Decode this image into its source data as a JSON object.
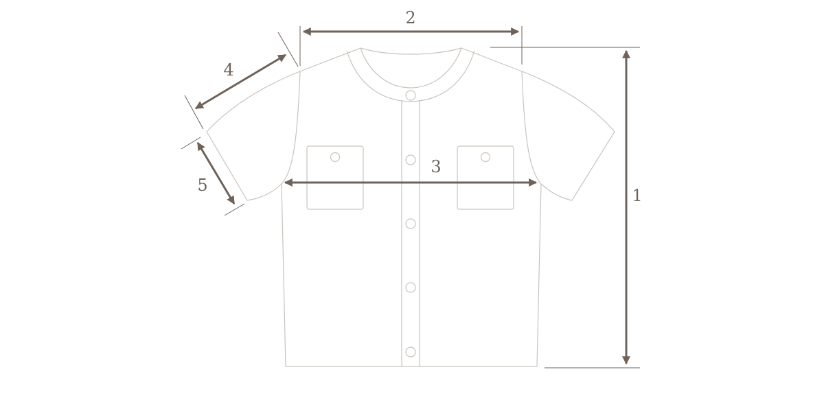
{
  "colors": {
    "garment_outline": "#c9c3bd",
    "measurement": "#6e6259",
    "background": "#ffffff"
  },
  "measurements": [
    {
      "id": "length",
      "label": "1"
    },
    {
      "id": "shoulder",
      "label": "2"
    },
    {
      "id": "chest",
      "label": "3"
    },
    {
      "id": "shoulder-slope",
      "label": "4"
    },
    {
      "id": "sleeve",
      "label": "5"
    }
  ]
}
